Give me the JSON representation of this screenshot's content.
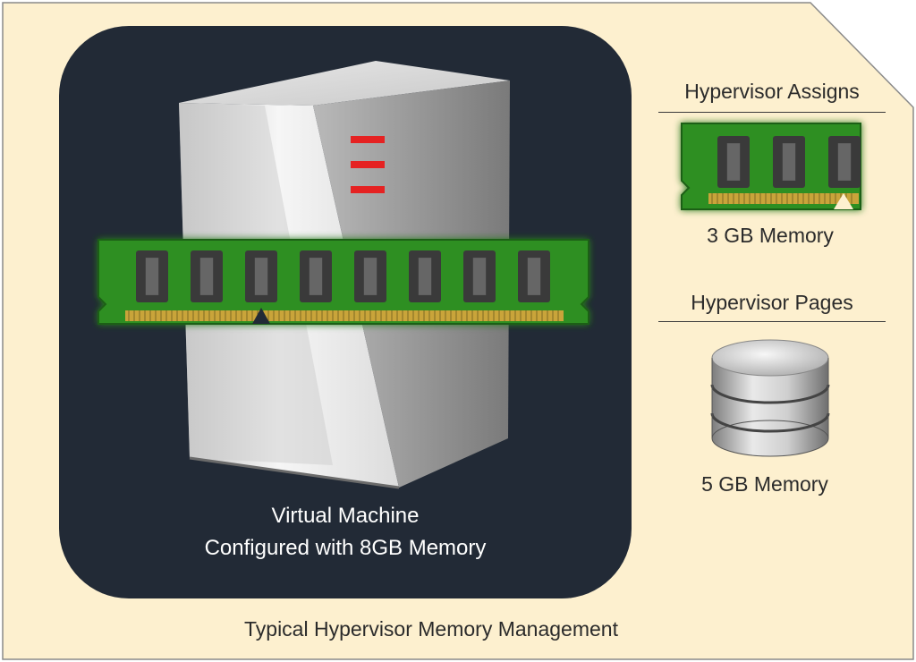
{
  "diagram": {
    "caption": "Typical Hypervisor Memory Management",
    "vm": {
      "line1": "Virtual Machine",
      "line2": "Configured with 8GB Memory"
    },
    "assigns": {
      "title": "Hypervisor Assigns",
      "value": "3 GB Memory",
      "icon": "ram-module-icon"
    },
    "pages": {
      "title": "Hypervisor Pages",
      "value": "5 GB Memory",
      "icon": "database-icon"
    },
    "colors": {
      "background": "#fdf0cf",
      "panel": "#222a36",
      "ram_board": "#2f8f24",
      "ram_chip": "#3a3a3a",
      "ram_pins": "#c9a43a",
      "led": "#e52222"
    }
  }
}
